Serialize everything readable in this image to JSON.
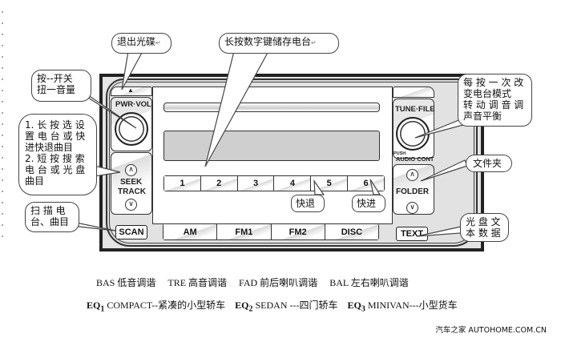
{
  "radio": {
    "eject_icon": "▲",
    "pwr_vol": "PWR·VOL",
    "seek": "SEEK",
    "track": "TRACK",
    "scan": "SCAN",
    "tune_file": "TUNE·FILE",
    "push": "PUSH",
    "audio_cont": "AUDIO CONT",
    "folder": "FOLDER",
    "text": "TEXT",
    "up_icon": "∧",
    "down_icon": "∨",
    "presets": [
      "1",
      "2",
      "3",
      "4",
      "5",
      "6"
    ],
    "bands": [
      "AM",
      "FM1",
      "FM2",
      "DISC"
    ]
  },
  "callouts": {
    "eject": "退出光碟",
    "presets": "长按数字键储存电台",
    "pwr_line1": "按--开关",
    "pwr_line2": "扭一音量",
    "seek_line1": "1. 长 按 选 设",
    "seek_line2": "置 电 台 或 快",
    "seek_line3": "进快退曲目",
    "seek_line4": "2. 短 按 搜 索",
    "seek_line5": "电 台 或 光 盘",
    "seek_line6": "曲目",
    "scan_line1": "扫 描 电",
    "scan_line2": "台、曲目",
    "tune_line1": "每 按 一 次 改",
    "tune_line2": "变电台模式",
    "tune_line3": "转 动 调 音 调",
    "tune_line4": "声音平衡",
    "folder": "文件夹",
    "text_line1": "光 盘 文",
    "text_line2": "本 数 据",
    "rewind": "快退",
    "forward": "快进",
    "return_mark": "↵"
  },
  "legend": {
    "line1": [
      {
        "code": "BAS",
        "desc": "低音调谐"
      },
      {
        "code": "TRE",
        "desc": "高音调谐"
      },
      {
        "code": "FAD",
        "desc": "前后喇叭调谐"
      },
      {
        "code": "BAL",
        "desc": "左右喇叭调谐"
      }
    ],
    "line2": [
      {
        "code": "EQ",
        "sub": "1",
        "desc": "COMPACT--紧凑的小型轿车"
      },
      {
        "code": "EQ",
        "sub": "2",
        "desc": "SEDAN  ---四门轿车"
      },
      {
        "code": "EQ",
        "sub": "3",
        "desc": "MINIVAN---小型货车"
      }
    ]
  },
  "credit": "汽车之家  AUTOHOME.COM.CN"
}
